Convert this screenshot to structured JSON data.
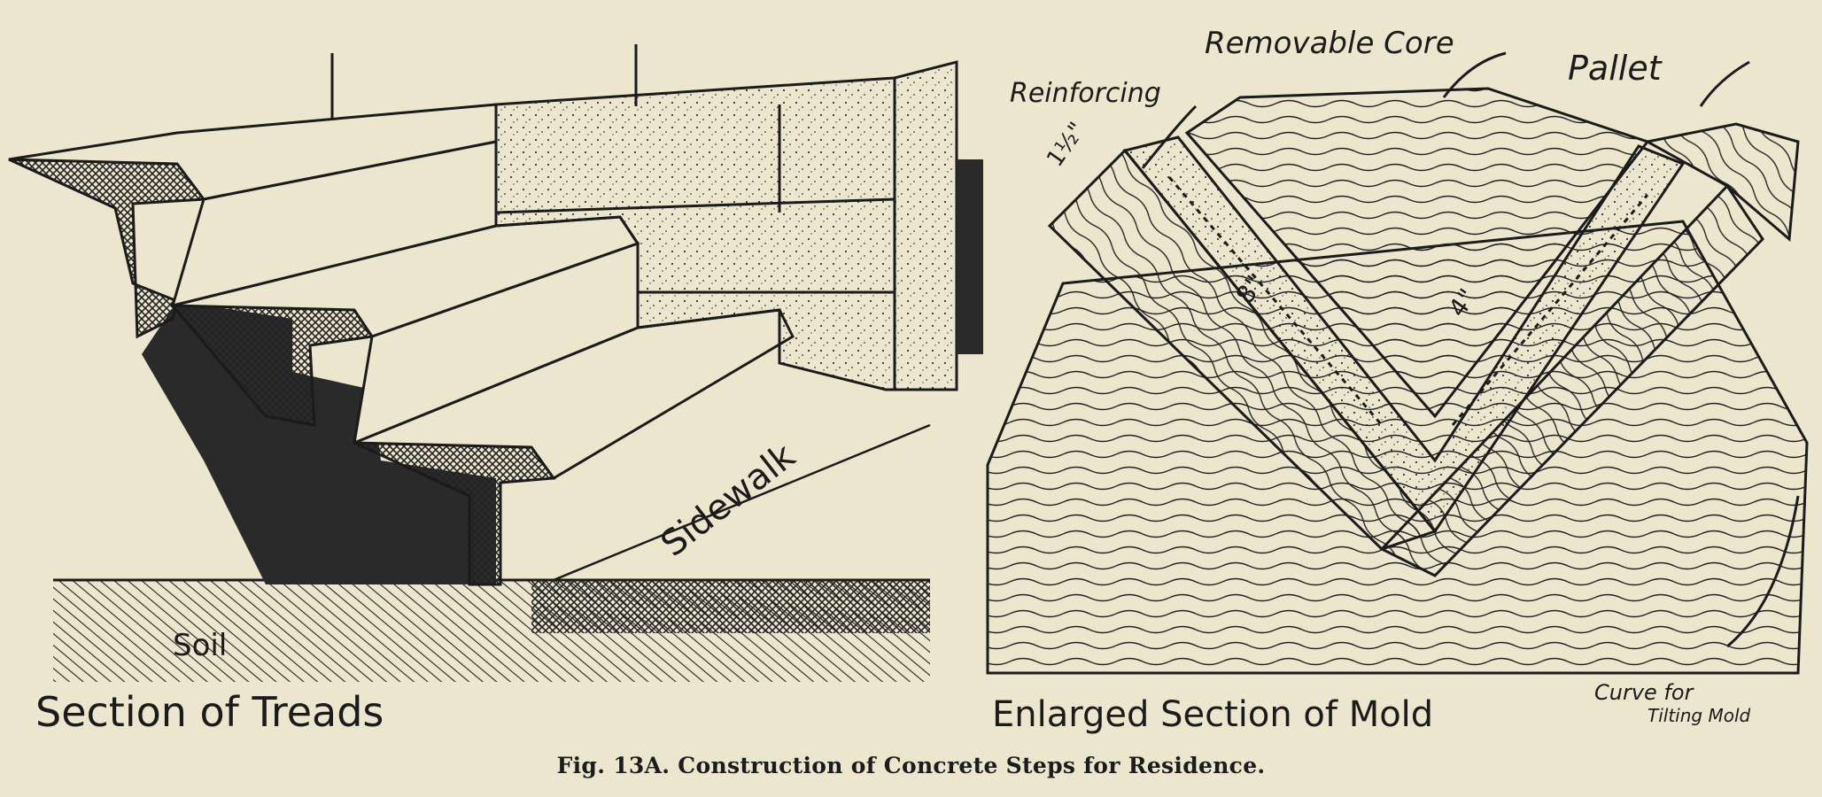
{
  "left_panel": {
    "title": "Section of Treads",
    "labels": {
      "sidewalk": "Sidewalk",
      "soil": "Soil"
    }
  },
  "right_panel": {
    "title": "Enlarged Section of Mold",
    "labels": {
      "removable_core": "Removable Core",
      "pallet": "Pallet",
      "reinforcing": "Reinforcing",
      "dim_a": "1½\"",
      "dim_b": "8\"",
      "dim_c": "4\"",
      "curve_line1": "Curve for",
      "curve_line2": "Tilting Mold"
    }
  },
  "caption": "Fig. 13A.   Construction of Concrete Steps for Residence.",
  "colors": {
    "paper": "#ece6cf",
    "ink": "#1b1b1b",
    "dark_fill": "#2a2a2a"
  }
}
